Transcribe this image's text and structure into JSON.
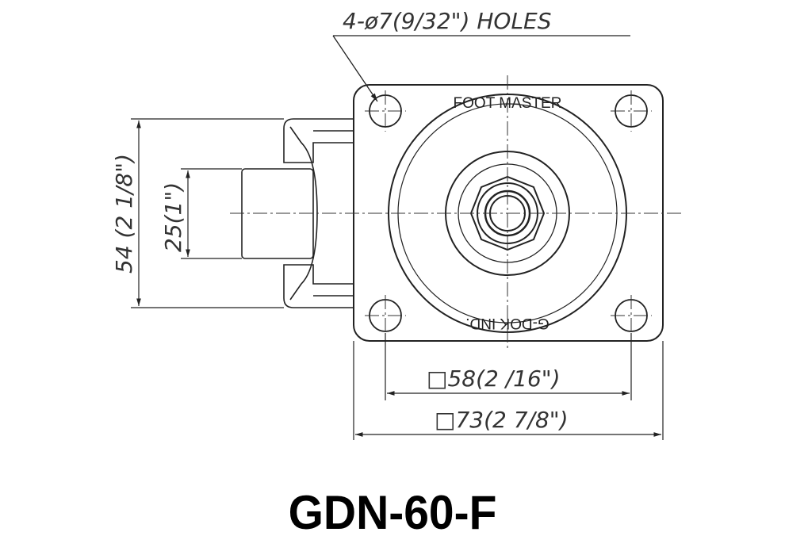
{
  "drawing": {
    "holes_note": "4-ø7(9/32\") HOLES",
    "top_label": "FOOT MASTER",
    "bottom_label": "G-DOK IND.",
    "dim_height": "54 (2 1/8\")",
    "dim_wheel": "25(1\")",
    "dim_hole_spacing": "□58(2 /16\")",
    "dim_plate": "□73(2 7/8\")"
  },
  "title": "GDN-60-F"
}
